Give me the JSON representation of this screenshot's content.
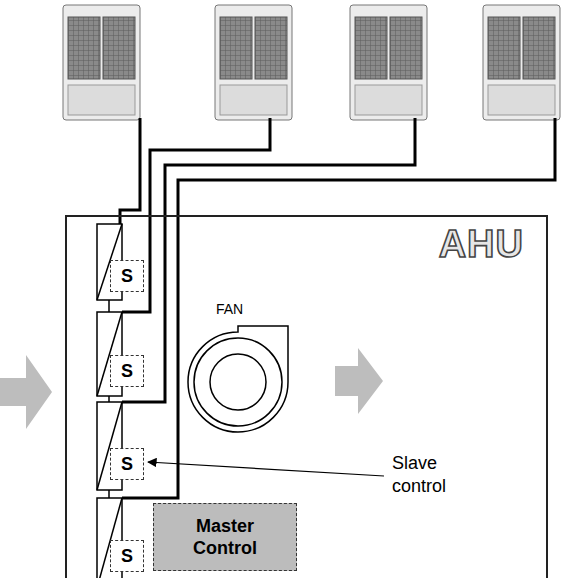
{
  "diagram": {
    "nodes": [
      {
        "text": [
          "AHU"
        ]
      },
      {
        "text": [
          "S"
        ],
        "in": 0
      },
      {
        "text": [
          "S"
        ],
        "in": 0
      },
      {
        "text": [
          "S"
        ],
        "in": 0
      },
      {
        "text": [
          "S"
        ],
        "in": 0
      },
      {
        "text": [
          "Master Control"
        ],
        "in": 0
      }
    ],
    "labels": [
      "FAN",
      "Slave control"
    ]
  }
}
